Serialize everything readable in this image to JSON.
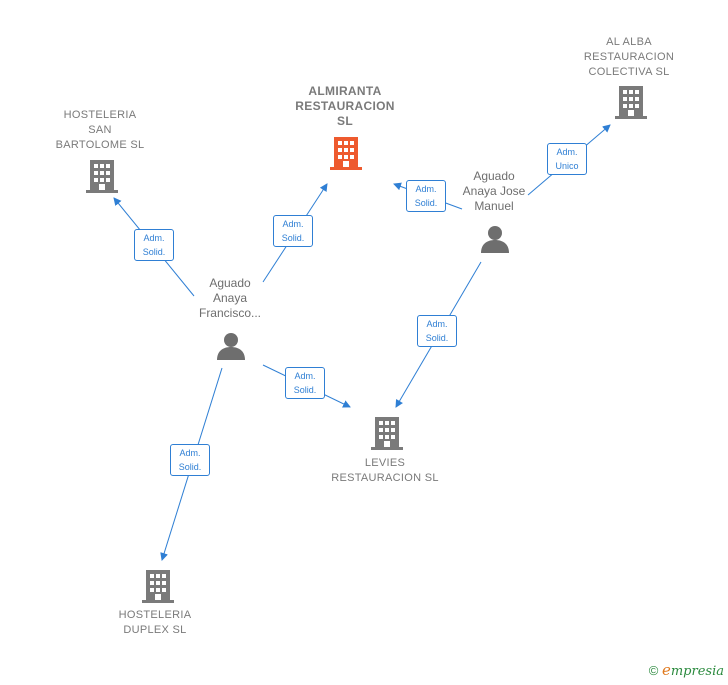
{
  "colors": {
    "edge": "#2f7fd4",
    "building": "#7a7a7a",
    "building_main": "#ee5a2e",
    "person": "#6e6e6e"
  },
  "companies": {
    "almiranta": {
      "line1": "ALMIRANTA",
      "line2": "RESTAURACION",
      "line3": "SL",
      "icon": "building-icon-highlighted"
    },
    "alalba": {
      "line1": "AL ALBA",
      "line2": "RESTAURACION",
      "line3": "COLECTIVA  SL",
      "icon": "building-icon"
    },
    "sanbartolome": {
      "line1": "HOSTELERIA",
      "line2": "SAN",
      "line3": "BARTOLOME SL",
      "icon": "building-icon"
    },
    "levies": {
      "line1": "LEVIES",
      "line2": "RESTAURACION SL",
      "icon": "building-icon"
    },
    "duplex": {
      "line1": "HOSTELERIA",
      "line2": "DUPLEX SL",
      "icon": "building-icon"
    }
  },
  "persons": {
    "francisco": {
      "line1": "Aguado",
      "line2": "Anaya",
      "line3": "Francisco...",
      "icon": "person-icon"
    },
    "josemanuel": {
      "line1": "Aguado",
      "line2": "Anaya Jose",
      "line3": "Manuel",
      "icon": "person-icon"
    }
  },
  "edges": {
    "fr_almiranta": {
      "line1": "Adm.",
      "line2": "Solid."
    },
    "fr_sanbartolome": {
      "line1": "Adm.",
      "line2": "Solid."
    },
    "fr_levies": {
      "line1": "Adm.",
      "line2": "Solid."
    },
    "fr_duplex": {
      "line1": "Adm.",
      "line2": "Solid."
    },
    "jm_almiranta": {
      "line1": "Adm.",
      "line2": "Solid."
    },
    "jm_levies": {
      "line1": "Adm.",
      "line2": "Solid."
    },
    "jm_alalba": {
      "line1": "Adm.",
      "line2": "Unico"
    }
  },
  "footer": {
    "copyright": "©",
    "brand_first": "e",
    "brand_rest": "mpresia"
  }
}
